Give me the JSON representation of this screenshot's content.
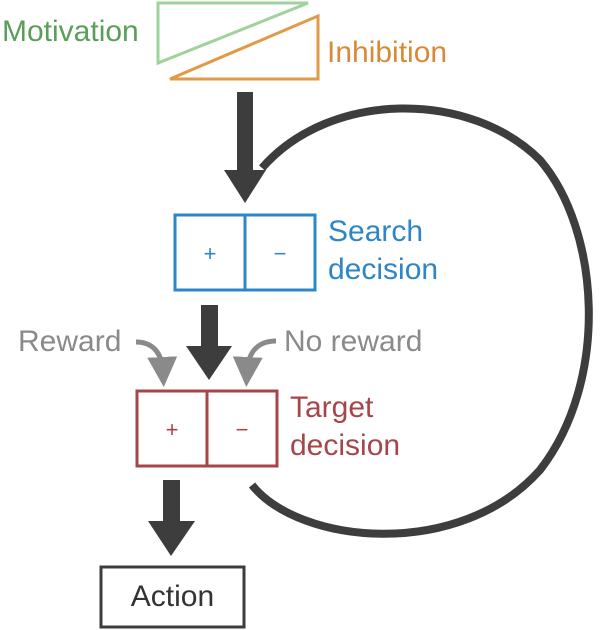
{
  "diagram": {
    "motivation_label": "Motivation",
    "inhibition_label": "Inhibition",
    "search_decision": {
      "label_line1": "Search",
      "label_line2": "decision",
      "plus": "+",
      "minus": "−"
    },
    "target_decision": {
      "label_line1": "Target",
      "label_line2": "decision",
      "plus": "+",
      "minus": "−"
    },
    "reward_label": "Reward",
    "no_reward_label": "No reward",
    "action_label": "Action"
  },
  "colors": {
    "motivation": "#9ed39b",
    "inhibition": "#e19a48",
    "search": "#2c86c8",
    "target": "#a8454b",
    "arrow_dark": "#3d3d3d",
    "arrow_gray": "#8a8a8a"
  }
}
